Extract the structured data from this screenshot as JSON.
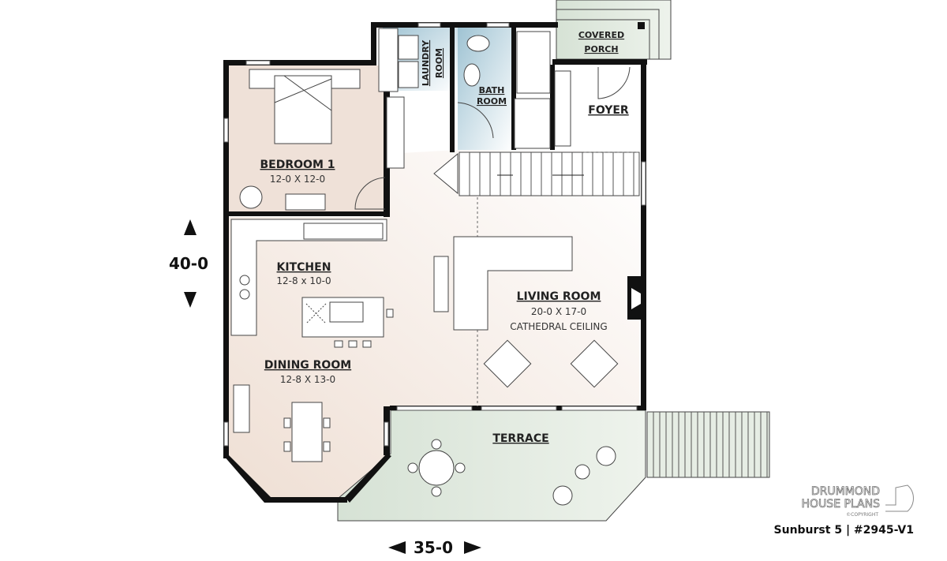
{
  "rooms": {
    "covered_porch": {
      "line1": "COVERED",
      "line2": "PORCH"
    },
    "laundry": {
      "line1": "LAUNDRY",
      "line2": "ROOM"
    },
    "bath": {
      "line1": "BATH",
      "line2": "ROOM"
    },
    "foyer": {
      "name": "FOYER"
    },
    "bedroom1": {
      "name": "BEDROOM 1",
      "size": "12-0 X 12-0"
    },
    "kitchen": {
      "name": "KITCHEN",
      "size": "12-8 x 10-0"
    },
    "dining": {
      "name": "DINING ROOM",
      "size": "12-8 X 13-0"
    },
    "living": {
      "name": "LIVING ROOM",
      "size": "20-0 X 17-0",
      "note": "CATHEDRAL CEILING"
    },
    "terrace": {
      "name": "TERRACE"
    }
  },
  "dimensions": {
    "depth": "40-0",
    "width": "35-0"
  },
  "branding": {
    "line1": "DRUMMOND",
    "line2": "HOUSE PLANS",
    "copyright": "©COPYRIGHT",
    "plan": "Sunburst 5 | #2945-V1"
  },
  "colors": {
    "bedroom": "#efe1d8",
    "kitchen": "#f1e2d8",
    "living": "#f5f1ec",
    "terrace": "#dbe5da",
    "bath": "#a9c9d7",
    "wall": "#111111"
  }
}
